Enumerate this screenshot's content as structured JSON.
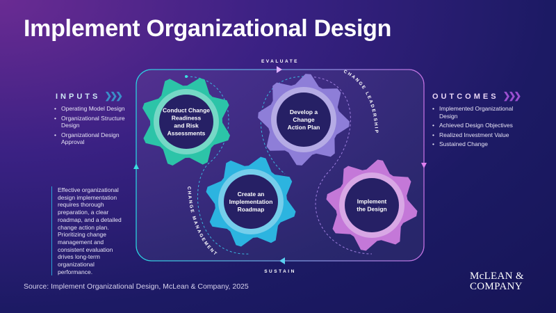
{
  "title": "Implement Organizational Design",
  "inputs": {
    "heading": "INPUTS",
    "items": [
      "Operating Model Design",
      "Organizational Structure Design",
      "Organizational Design Approval"
    ]
  },
  "outcomes": {
    "heading": "OUTCOMES",
    "items": [
      "Implemented Organizational Design",
      "Achieved Design Objectives",
      "Realized Investment Value",
      "Sustained Change"
    ]
  },
  "description": "Effective organizational design implementation requires thorough preparation, a clear roadmap, and a detailed change action plan. Prioritizing change management and consistent evaluation drives long-term organizational performance.",
  "cycle": {
    "top": "EVALUATE",
    "bottom": "SUSTAIN",
    "left_arc": "CHANGE MANAGEMENT",
    "right_arc": "CHANGE LEADERSHIP"
  },
  "gears": [
    {
      "lines": [
        "Conduct Change",
        "Readiness",
        "and Risk",
        "Assessments"
      ],
      "color": "#2cc4a8"
    },
    {
      "lines": [
        "Develop a",
        "Change",
        "Action Plan"
      ],
      "color": "#8e7ed8"
    },
    {
      "lines": [
        "Create an",
        "Implementation",
        "Roadmap"
      ],
      "color": "#2cb4e0"
    },
    {
      "lines": [
        "Implement",
        "the Design"
      ],
      "color": "#c478d8"
    }
  ],
  "source": "Source: Implement Organizational Design, McLean & Company, 2025",
  "logo": "McLEAN & COMPANY"
}
